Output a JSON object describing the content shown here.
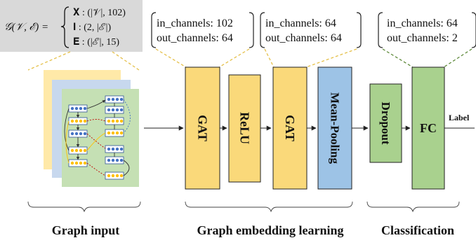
{
  "formula": {
    "lhs": "𝒢(𝒱, ℰ) =",
    "rows": [
      "𝐗 : (|𝒱|, 102)",
      "𝐈 : (2, |ℰ|)",
      "𝐄 : (|ℰ|, 15)"
    ]
  },
  "param_boxes": [
    {
      "line1": "in_channels: 102",
      "line2": "out_channels: 64"
    },
    {
      "line1": "in_channels: 64",
      "line2": "out_channels: 64"
    },
    {
      "line1": "in_channels: 64",
      "line2": "out_channels: 2"
    }
  ],
  "blocks": [
    {
      "label": "GAT",
      "color": "#FAD97A"
    },
    {
      "label": "ReLU",
      "color": "#FAD97A"
    },
    {
      "label": "GAT",
      "color": "#FAD97A"
    },
    {
      "label": "Mean-Pooling",
      "color": "#9DC3E6"
    },
    {
      "label": "Dropout",
      "color": "#A9D18E"
    },
    {
      "label": "FC",
      "color": "#A9D18E"
    }
  ],
  "output_label": "Label",
  "captions": {
    "graph_input": "Graph input",
    "embedding": "Graph embedding learning",
    "classification": "Classification"
  },
  "colors": {
    "yellow": "#FAD97A",
    "blue": "#9DC3E6",
    "green": "#A9D18E",
    "panel_gray": "#D9D9D9",
    "dash_yellow": "#E5C04A",
    "dash_green": "#5E8A3A"
  }
}
